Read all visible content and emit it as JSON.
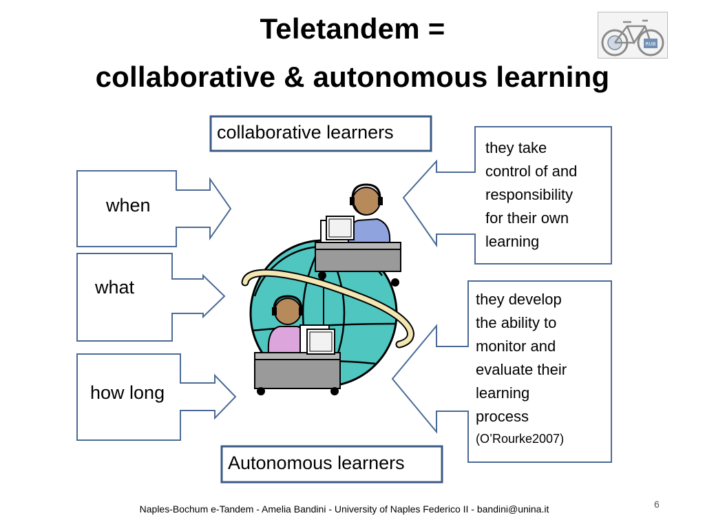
{
  "slide": {
    "title_line1": "Teletandem =",
    "title_line2": "collaborative & autonomous learning",
    "top_label": "collaborative learners",
    "bottom_label": "Autonomous learners",
    "left_items": [
      "when",
      "what",
      "how long"
    ],
    "right_top_lines": [
      "they take",
      "control of and",
      "responsibility",
      "for their own",
      "learning"
    ],
    "right_bottom_lines": [
      "they develop",
      "the ability to",
      "monitor and",
      "evaluate their",
      "learning",
      "process"
    ],
    "citation": "(O’Rourke2007)",
    "logo_badge": "RUB",
    "footer": "Naples-Bochum  e-Tandem - Amelia Bandini - University of Naples Federico II -  bandini@unina.it",
    "page_number": "6"
  },
  "colors": {
    "box_border": "#3a5a85",
    "arrow_stroke": "#4a6a95",
    "globe_fill": "#4fc6c0",
    "globe_band": "#f3e6b3",
    "desk": "#9a9a9a",
    "shirt_top": "#8fa3de",
    "shirt_bottom": "#dca6dc"
  }
}
